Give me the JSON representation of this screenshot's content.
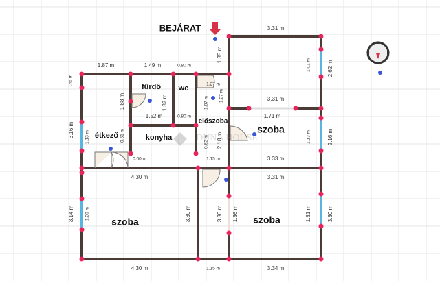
{
  "entrance_label": "BEJÁRAT",
  "watermark": "DUNA HOUSE",
  "colors": {
    "wall": "#4a3b36",
    "window": "#5ab4e0",
    "node": "#e8245a",
    "marker": "#3b55d9",
    "entrance_arrow": "#d6334a"
  },
  "rooms": [
    "fürdő",
    "wc",
    "előszoba",
    "étkező",
    "konyha",
    "szoba",
    "szoba",
    "szoba"
  ],
  "dims": [
    "1.87 m",
    "1.49 m",
    "0.80 m",
    "3.31 m",
    "1.35 m",
    ".45 m",
    "3.16 m",
    "1.13 m",
    "1.88 m",
    "1.87 m",
    "1.52 m",
    "0.80 m",
    "1.27 m",
    "1.27 m",
    "1.87 m",
    "0.61 m",
    "0.62 m",
    "2.18 m",
    "0.00 m",
    "1.15 m",
    "3.31 m",
    "1.71 m",
    "1.01 m",
    "2.62 m",
    "1.13 m",
    "2.16 m",
    "3.33 m",
    "4.30 m",
    "3.31 m",
    "3.14 m",
    "1.20 m",
    "3.30 m",
    "3.30 m",
    "1.36 m",
    "1.31 m",
    "3.30 m",
    "4.30 m",
    "1.15 m",
    "3.34 m"
  ]
}
